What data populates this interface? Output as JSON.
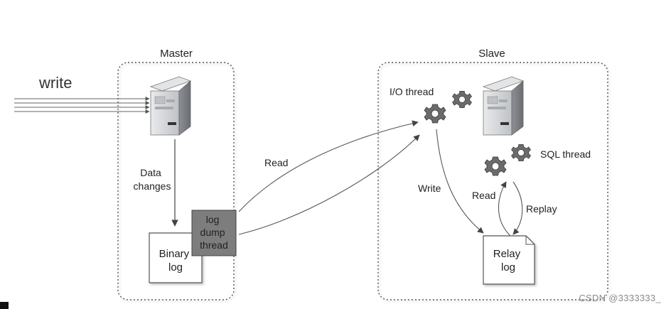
{
  "write_label": "write",
  "master": {
    "title": "Master",
    "data_changes_line1": "Data",
    "data_changes_line2": "changes",
    "binary_log_line1": "Binary",
    "binary_log_line2": "log",
    "log_dump_line1": "log",
    "log_dump_line2": "dump",
    "log_dump_line3": "thread"
  },
  "read_label": "Read",
  "slave": {
    "title": "Slave",
    "io_thread": "I/O thread",
    "sql_thread": "SQL thread",
    "write_label": "Write",
    "read_label": "Read",
    "replay_label": "Replay",
    "relay_log_line1": "Relay",
    "relay_log_line2": "log"
  },
  "watermark": "CSDN @3333333_",
  "colors": {
    "server_body": "#d6d8db",
    "log_dump_fill": "#7d7d7d",
    "box_border": "#555555"
  }
}
